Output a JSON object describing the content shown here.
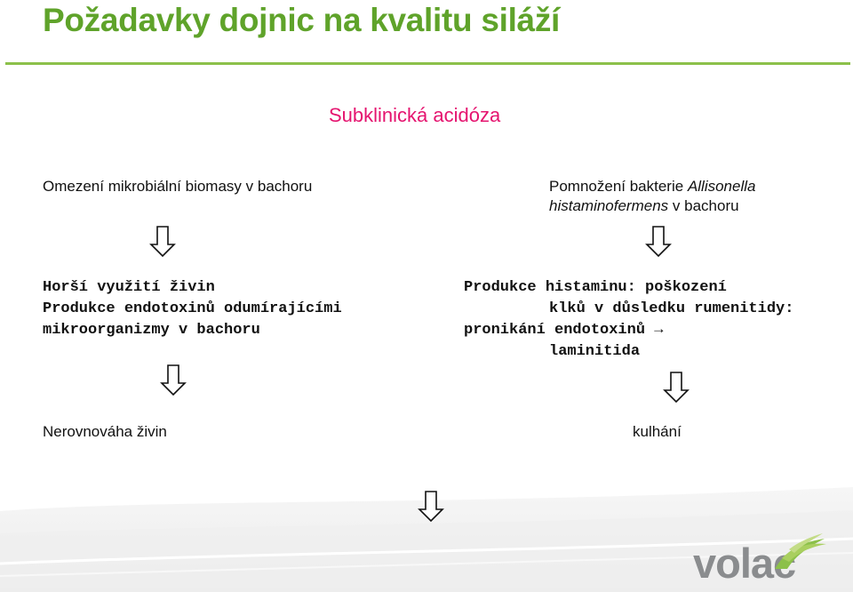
{
  "header": {
    "title": "Požadavky dojnic na kvalitu siláží",
    "subtitle": "Subklinická acidóza"
  },
  "left": {
    "cause": "Omezení mikrobiální biomasy v bachoru",
    "effect_line1": "Horší využití živin",
    "effect_line2": "Produkce endotoxinů odumírajícími",
    "effect_line3": "mikroorganizmy v bachoru",
    "result": "Nerovnováha živin"
  },
  "right": {
    "cause_prefix": "Pomnožení bakterie",
    "cause_italic1": "Allisonella",
    "cause_italic2": "histaminofermens",
    "cause_suffix": "v bachoru",
    "effect_line1": "Produkce histaminu: poškození",
    "effect_line2": "klků v důsledku rumenitidy:",
    "effect_line3": "pronikání endotoxinů",
    "effect_arrow": "→",
    "effect_line4": "laminitida",
    "result": "kulhání"
  },
  "logo": {
    "text": "volac"
  },
  "colors": {
    "title": "#5fa32a",
    "subtitle": "#e5146f",
    "rule": "#8cc04a",
    "logo": "#8a8c8e"
  }
}
